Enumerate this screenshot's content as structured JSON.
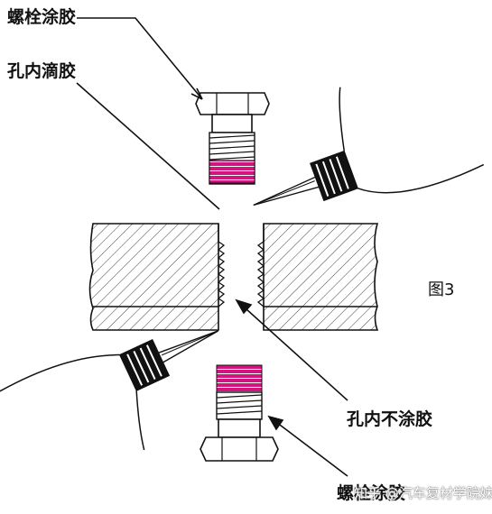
{
  "labels": {
    "top_bolt": "螺栓涂胶",
    "hole_drip": "孔内滴胶",
    "figure": "图3",
    "hole_no_glue": "孔内不涂胶",
    "bottom_bolt": "螺栓涂胶"
  },
  "watermark": "知乎 @汽车复材学院妹",
  "colors": {
    "glue": "#d4147e",
    "line": "#111111",
    "background": "#ffffff",
    "hatch": "#444444"
  },
  "icons": [
    "bolt-top-icon",
    "bolt-bottom-icon",
    "glue-bottle-right-icon",
    "glue-bottle-left-icon"
  ]
}
